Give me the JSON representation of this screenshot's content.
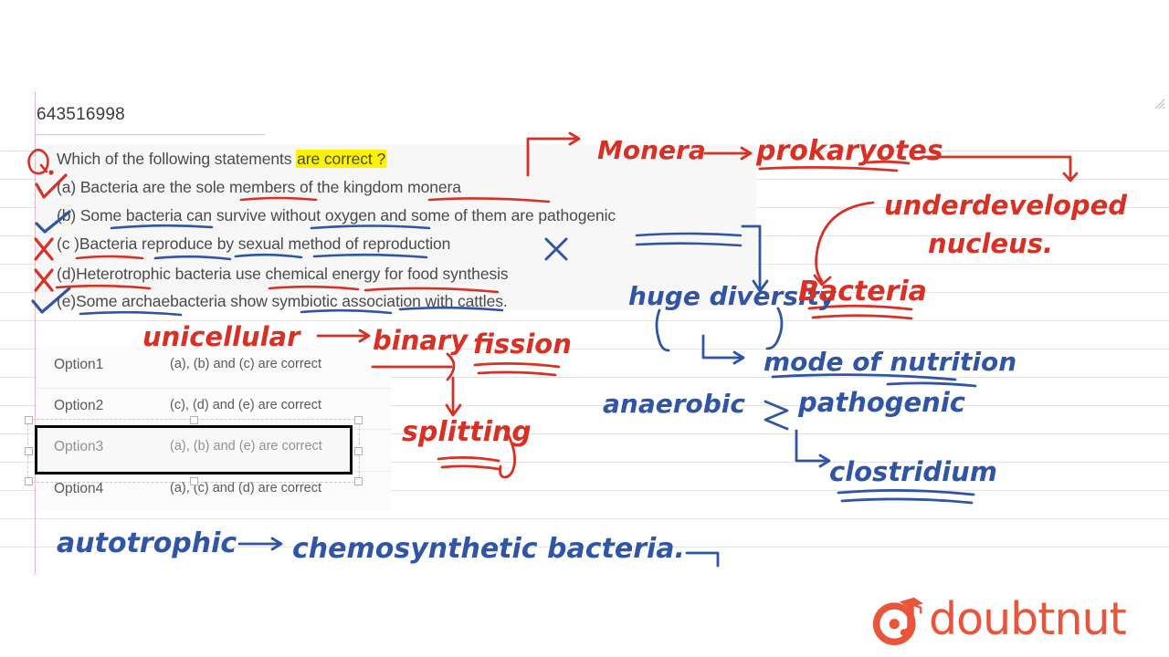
{
  "page": {
    "question_id": "643516998",
    "background": "#ffffff",
    "rule_color": "#e9e2e2",
    "margin_color": "#e8b9bd"
  },
  "question": {
    "q_marker": "Q.",
    "prompt_prefix": "Which of the following statements ",
    "prompt_highlight": "are correct ?",
    "highlight_color": "#fcf300",
    "statements": [
      "(a) Bacteria are the sole members of the kingdom monera",
      "(b) Some bacteria can survive without oxygen and some of them are pathogenic",
      "(c )Bacteria reproduce by sexual method of reproduction",
      "(d)Heterotrophic bacteria use chemical energy for food synthesis",
      "(e)Some archaebacteria show symbiotic association with cattles."
    ]
  },
  "options": [
    {
      "label": "Option1",
      "value": "(a), (b) and (c) are correct",
      "selected": false
    },
    {
      "label": "Option2",
      "value": "(c), (d) and (e) are correct",
      "selected": false
    },
    {
      "label": "Option3",
      "value": "(a), (b) and (e) are correct",
      "selected": true
    },
    {
      "label": "Option4",
      "value": "(a), (c) and (d) are correct",
      "selected": false
    }
  ],
  "annotations": {
    "red_color": "#d93025",
    "blue_color": "#2f55a4",
    "items": [
      {
        "text": "Monera",
        "color": "red"
      },
      {
        "text": "prokaryotes",
        "color": "red"
      },
      {
        "text": "underdeveloped",
        "color": "red"
      },
      {
        "text": "nucleus.",
        "color": "red"
      },
      {
        "text": "huge diversity",
        "color": "blue"
      },
      {
        "text": "Bacteria",
        "color": "red"
      },
      {
        "text": "mode of nutrition",
        "color": "blue"
      },
      {
        "text": "anaerobic",
        "color": "blue"
      },
      {
        "text": "pathogenic",
        "color": "blue"
      },
      {
        "text": "clostridium",
        "color": "blue"
      },
      {
        "text": "unicellular",
        "color": "red"
      },
      {
        "text": "binary",
        "color": "red"
      },
      {
        "text": "fission",
        "color": "red"
      },
      {
        "text": "splitting",
        "color": "red"
      },
      {
        "text": "autotrophic",
        "color": "blue"
      },
      {
        "text": "chemosynthetic bacteria.",
        "color": "blue"
      }
    ]
  },
  "branding": {
    "name": "doubtnut",
    "color": "#e8553a",
    "icon": "doubtnut-logo-icon"
  },
  "icons": {
    "cursor": "resize-handle-icon"
  }
}
